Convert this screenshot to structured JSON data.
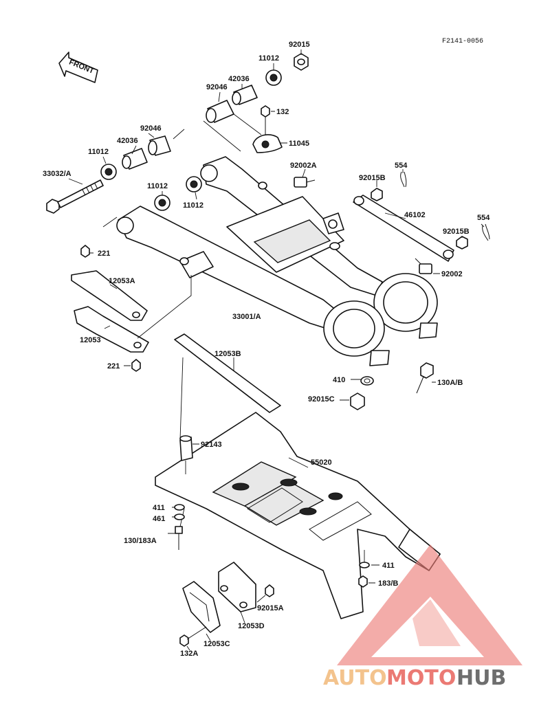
{
  "diagram_code": "F2141-0056",
  "front_label": "FRONT",
  "watermark": {
    "part1": "AUTO",
    "part2": "MOTO",
    "part3": "HUB",
    "color1": "#f2b97a",
    "color2": "#e8635c",
    "color3": "#555555"
  },
  "labels": {
    "p92015_top": "92015",
    "p11012_top": "11012",
    "p42036_top": "42036",
    "p92046_top": "92046",
    "p132": "132",
    "p11045": "11045",
    "p92046_left": "92046",
    "p42036_left": "42036",
    "p11012_left": "11012",
    "p33032A": "33032/A",
    "p11012_mid": "11012",
    "p11012_mid2": "11012",
    "p92002A": "92002A",
    "p554_top": "554",
    "p92015B_top": "92015B",
    "p46102": "46102",
    "p554_right": "554",
    "p92015B_right": "92015B",
    "p92002": "92002",
    "p221_top": "221",
    "p12053A": "12053A",
    "p33001A": "33001/A",
    "p12053": "12053",
    "p221_bottom": "221",
    "p12053B": "12053B",
    "p410": "410",
    "p130AB": "130A/B",
    "p92015C": "92015C",
    "p92143": "92143",
    "p55020": "55020",
    "p411_left": "411",
    "p461": "461",
    "p130_183A": "130/183A",
    "p411_right": "411",
    "p183B": "183/B",
    "p92015A": "92015A",
    "p12053D": "12053D",
    "p132A": "132A",
    "p12053C": "12053C"
  }
}
